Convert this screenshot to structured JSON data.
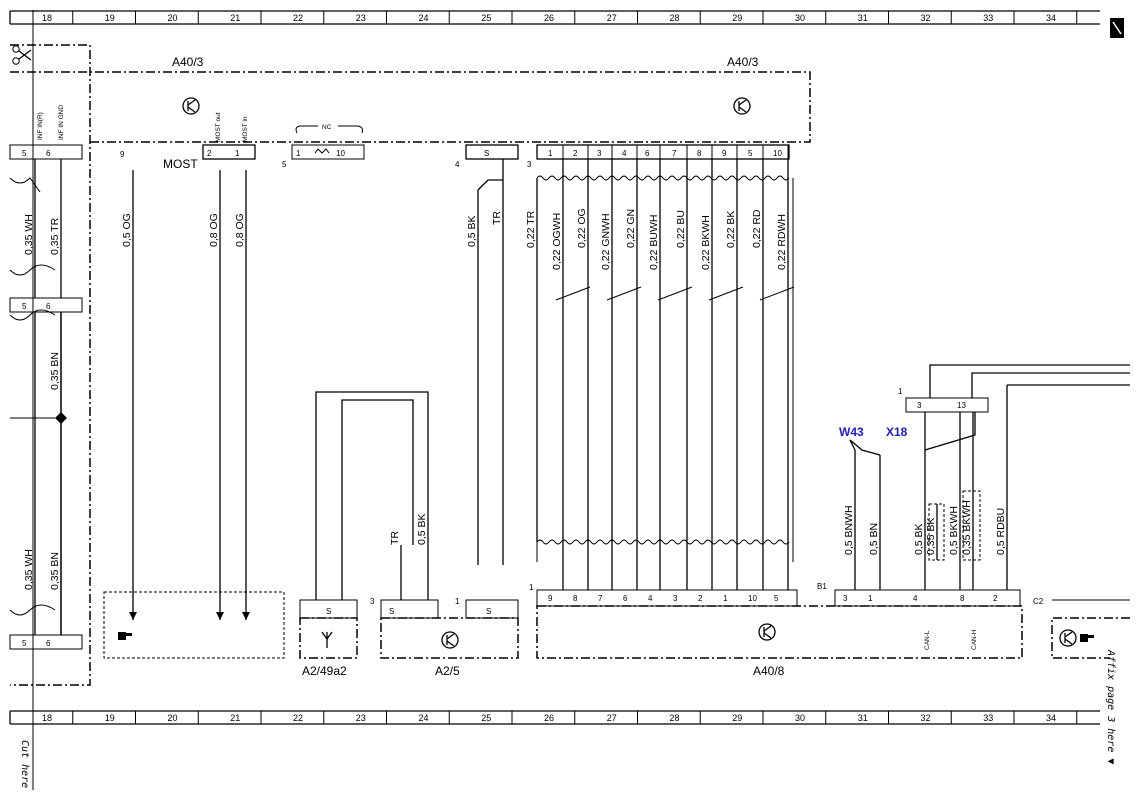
{
  "grid": {
    "columns": [
      "18",
      "19",
      "20",
      "21",
      "22",
      "23",
      "24",
      "25",
      "26",
      "27",
      "28",
      "29",
      "30",
      "31",
      "32",
      "33",
      "34"
    ]
  },
  "side_notes": {
    "cut_here": "Cut here",
    "affix_page": "Affix page 3 here ▼"
  },
  "components": {
    "a40_3_left": "A40/3",
    "a40_3_right": "A40/3",
    "a2_49a2": "A2/49a2",
    "a2_5": "A2/5",
    "a40_8": "A40/8",
    "w43": "W43",
    "x18": "X18"
  },
  "connector_labels": {
    "most": "MOST",
    "most_out": "MOST out",
    "most_in": "MOST in",
    "nc": "NC",
    "inf_in_r": "INF IN(R)",
    "inf_in_gnd": "INF IN GND",
    "can_l": "CAN-L",
    "can_h": "CAN-H",
    "b1": "B1",
    "c2": "C2",
    "s": "S",
    "pin_5": "5",
    "pin_3": "3",
    "pin_4": "4",
    "pin_1": "1"
  },
  "top_pins": {
    "left_group": [
      "5",
      "6",
      "9",
      "2",
      "1"
    ],
    "nc_pins": [
      "1",
      "10"
    ],
    "right_group": [
      "1",
      "2",
      "3",
      "4",
      "6",
      "7",
      "8",
      "9",
      "5",
      "10"
    ]
  },
  "bottom_pins": {
    "a40_8": [
      "9",
      "8",
      "7",
      "6",
      "4",
      "3",
      "2",
      "1",
      "10",
      "5"
    ],
    "b1": [
      "3",
      "1",
      "4",
      "8",
      "2"
    ],
    "x18": [
      "3",
      "13"
    ],
    "left_side": [
      "5",
      "6",
      "5",
      "6"
    ]
  },
  "wires": [
    {
      "id": "w_035wh",
      "label": "0,35 WH"
    },
    {
      "id": "w_035tr",
      "label": "0,35 TR"
    },
    {
      "id": "w_035bn",
      "label": "0,35 BN"
    },
    {
      "id": "w_035bn_low",
      "label": "0,35 BN"
    },
    {
      "id": "w_035wh_low",
      "label": "0,35 WH"
    },
    {
      "id": "w_05og",
      "label": "0,5 OG"
    },
    {
      "id": "w_08og_a",
      "label": "0,8 OG"
    },
    {
      "id": "w_08og_b",
      "label": "0,8 OG"
    },
    {
      "id": "w_05bk",
      "label": "0,5 BK"
    },
    {
      "id": "w_tr",
      "label": "TR"
    },
    {
      "id": "w_tr_low",
      "label": "TR"
    },
    {
      "id": "w_05bk_low",
      "label": "0,5 BK"
    },
    {
      "id": "w_022tr",
      "label": "0,22 TR"
    },
    {
      "id": "w_022ogwh",
      "label": "0,22 OGWH"
    },
    {
      "id": "w_022og",
      "label": "0,22 OG"
    },
    {
      "id": "w_022gnwh",
      "label": "0,22 GNWH"
    },
    {
      "id": "w_022gn",
      "label": "0,22 GN"
    },
    {
      "id": "w_022buwh",
      "label": "0,22 BUWH"
    },
    {
      "id": "w_022bu",
      "label": "0,22 BU"
    },
    {
      "id": "w_022bkwh",
      "label": "0,22 BKWH"
    },
    {
      "id": "w_022bk",
      "label": "0,22 BK"
    },
    {
      "id": "w_022rd",
      "label": "0,22 RD"
    },
    {
      "id": "w_022rdwh",
      "label": "0,22 RDWH"
    },
    {
      "id": "w_05bnwh",
      "label": "0,5 BNWH"
    },
    {
      "id": "w_05bn",
      "label": "0,5 BN"
    },
    {
      "id": "w_05bk2",
      "label": "0,5 BK"
    },
    {
      "id": "w_035bk",
      "label": "0,35 BK"
    },
    {
      "id": "w_05bkwh",
      "label": "0,5 BKWH"
    },
    {
      "id": "w_035bkwh",
      "label": "0,35 BKWH"
    },
    {
      "id": "w_05rdbu",
      "label": "0,5 RDBU"
    }
  ]
}
